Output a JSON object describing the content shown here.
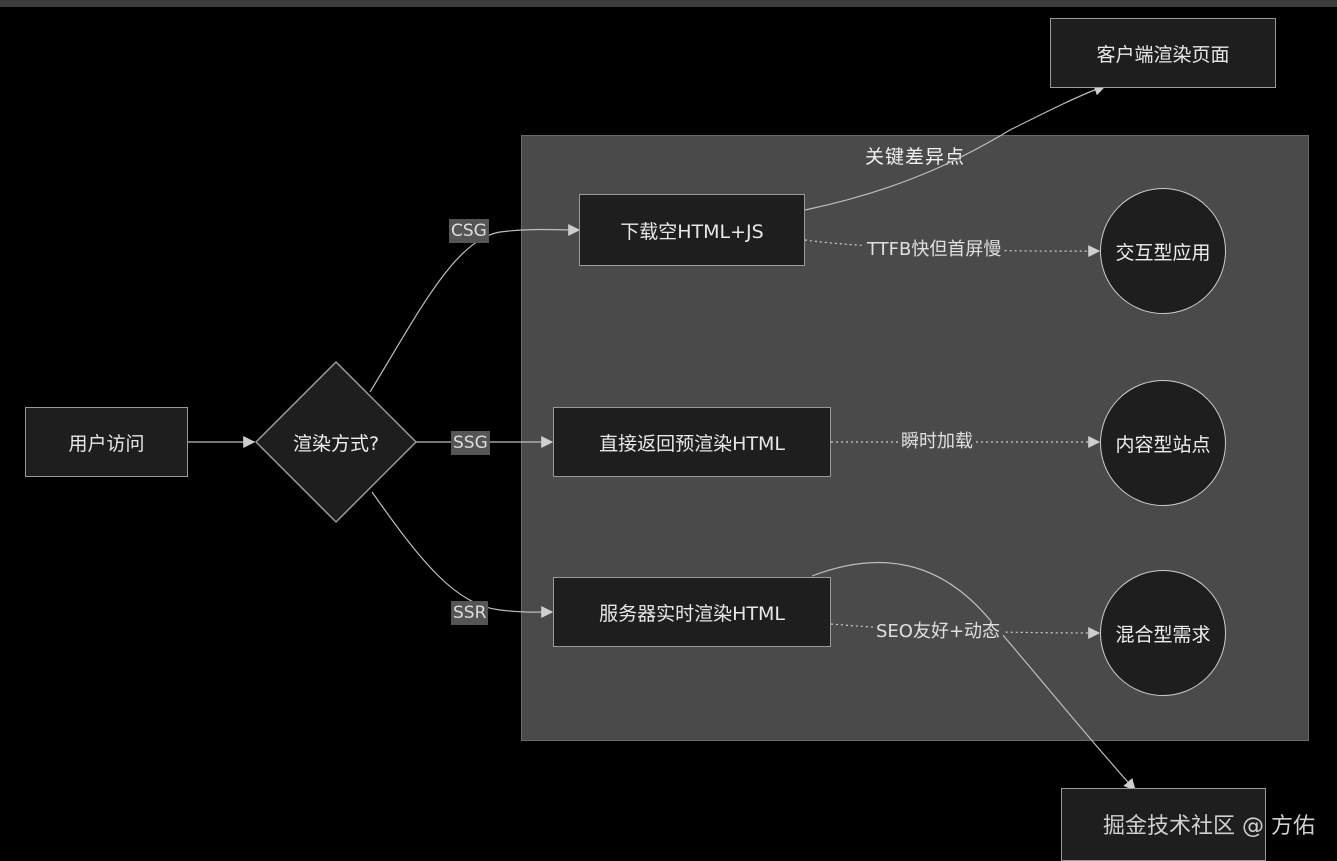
{
  "subgraph": {
    "title": "关键差异点"
  },
  "nodes": {
    "user_visit": "用户访问",
    "render_method": "渲染方式?",
    "csr_download": "下载空HTML+JS",
    "ssg_return": "直接返回预渲染HTML",
    "ssr_render": "服务器实时渲染HTML",
    "client_render": "客户端渲染页面",
    "bottom_box": "",
    "interactive_app": "交互型应用",
    "content_site": "内容型站点",
    "hybrid_needs": "混合型需求"
  },
  "edge_labels": {
    "csg": "CSG",
    "ssg": "SSG",
    "ssr": "SSR",
    "ttfb": "TTFB快但首屏慢",
    "instant": "瞬时加载",
    "seo": "SEO友好+动态"
  },
  "watermark": "掘金技术社区 @ 方佑"
}
